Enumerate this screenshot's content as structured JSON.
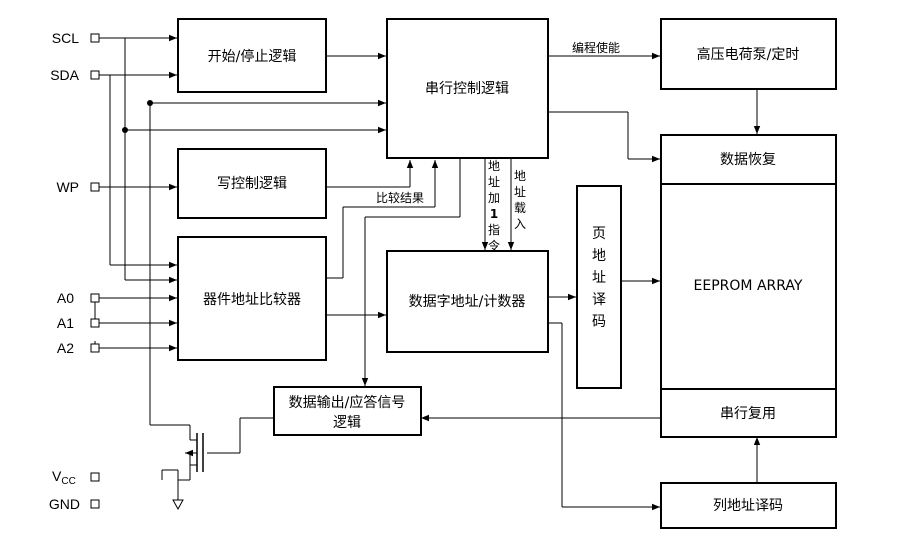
{
  "blocks": {
    "start_stop": "开始/停止逻辑",
    "serial_control": "串行控制逻辑",
    "hv_pump": "高压电荷泵/定时",
    "data_recovery": "数据恢复",
    "eeprom_array": "EEPROM ARRAY",
    "serial_mux": "串行复用",
    "col_decoder": "列地址译码",
    "write_control": "写控制逻辑",
    "device_addr_comparator": "器件地址比较器",
    "data_word_counter": "数据字地址/计数器",
    "page_decoder": [
      "页",
      "地",
      "址",
      "译",
      "码"
    ],
    "data_output": [
      "数据输出/应答信号",
      "逻辑"
    ]
  },
  "pins": {
    "scl": "SCL",
    "sda": "SDA",
    "wp": "WP",
    "a0": "A0",
    "a1": "A1",
    "a2": "A2",
    "vcc_main": "V",
    "vcc_sub": "CC",
    "gnd": "GND"
  },
  "signals": {
    "program_enable": "编程使能",
    "compare_result": "比较结果",
    "addr_inc": [
      "地",
      "址",
      "加",
      "1",
      "指",
      "令"
    ],
    "addr_load": [
      "地",
      "址",
      "载",
      "入"
    ]
  }
}
